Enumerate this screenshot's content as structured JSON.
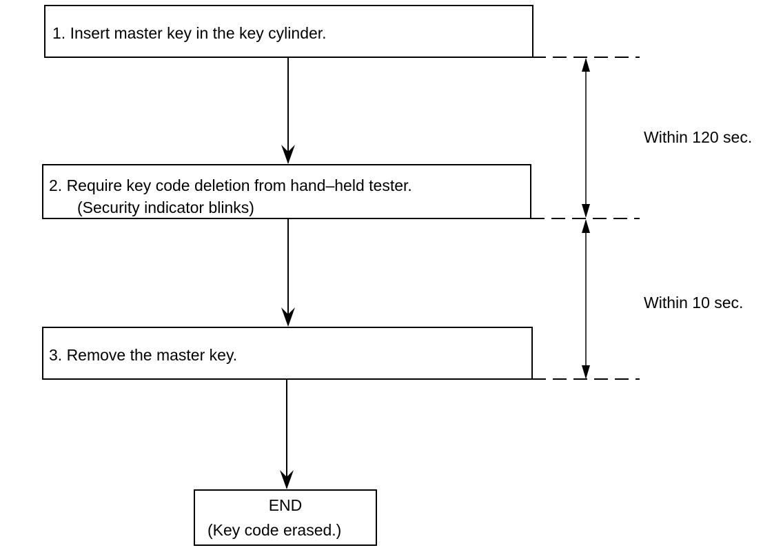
{
  "steps": [
    {
      "label": "1.  Insert master key in the key cylinder."
    },
    {
      "line1": "2.  Require key code deletion from hand–held tester.",
      "line2": "(Security indicator blinks)"
    },
    {
      "label": "3.  Remove the master key."
    }
  ],
  "end": {
    "title": "END",
    "subtitle": "(Key code erased.)"
  },
  "timings": [
    {
      "label": "Within 120 sec."
    },
    {
      "label": "Within 10 sec."
    }
  ]
}
